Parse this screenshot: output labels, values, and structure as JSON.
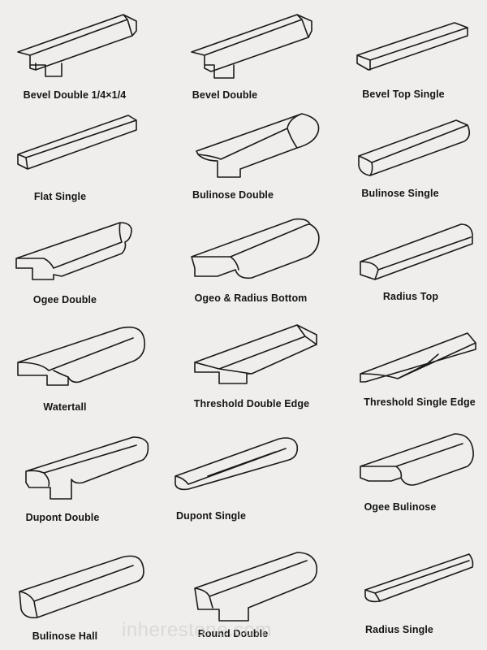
{
  "profiles": [
    {
      "id": "bevel-double-1-4",
      "label": "Bevel Double 1/4×1/4"
    },
    {
      "id": "bevel-double",
      "label": "Bevel Double"
    },
    {
      "id": "bevel-top-single",
      "label": "Bevel Top Single"
    },
    {
      "id": "flat-single",
      "label": "Flat Single"
    },
    {
      "id": "bulinose-double",
      "label": "Bulinose Double"
    },
    {
      "id": "bulinose-single",
      "label": "Bulinose Single"
    },
    {
      "id": "ogee-double",
      "label": "Ogee Double"
    },
    {
      "id": "ogeo-radius-bottom",
      "label": "Ogeo & Radius Bottom"
    },
    {
      "id": "radius-top",
      "label": "Radius Top"
    },
    {
      "id": "watertall",
      "label": "Watertall"
    },
    {
      "id": "threshold-double-edge",
      "label": "Threshold Double Edge"
    },
    {
      "id": "threshold-single-edge",
      "label": "Threshold Single Edge"
    },
    {
      "id": "dupont-double",
      "label": "Dupont Double"
    },
    {
      "id": "dupont-single",
      "label": "Dupont Single"
    },
    {
      "id": "ogee-bulinose",
      "label": "Ogee Bulinose"
    },
    {
      "id": "bulinose-hall",
      "label": "Bulinose Hall"
    },
    {
      "id": "round-double",
      "label": "Round Double"
    },
    {
      "id": "radius-single",
      "label": "Radius Single"
    }
  ],
  "watermark": "inherestone.com",
  "colors": {
    "line": "#1a1a1a",
    "background": "#efeeec",
    "watermark": "#c8c8c8"
  }
}
